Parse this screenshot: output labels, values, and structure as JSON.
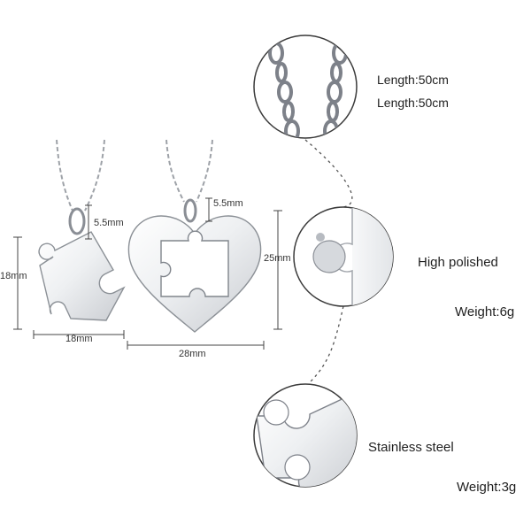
{
  "puzzle_piece": {
    "bail_height": "5.5mm",
    "height": "18mm",
    "width": "18mm"
  },
  "heart_pendant": {
    "bail_height": "5.5mm",
    "height": "25mm",
    "width": "28mm"
  },
  "chain_detail": {
    "length_1": "Length:50cm",
    "length_2": "Length:50cm"
  },
  "heart_detail": {
    "finish": "High polished",
    "weight": "Weight:6g"
  },
  "piece_detail": {
    "material": "Stainless steel",
    "weight": "Weight:3g"
  },
  "colors": {
    "metal_light": "#f4f5f6",
    "metal_mid": "#c9ccd1",
    "metal_dark": "#7d8189",
    "dimension_line": "#444444",
    "dashed_connector": "#555555"
  }
}
